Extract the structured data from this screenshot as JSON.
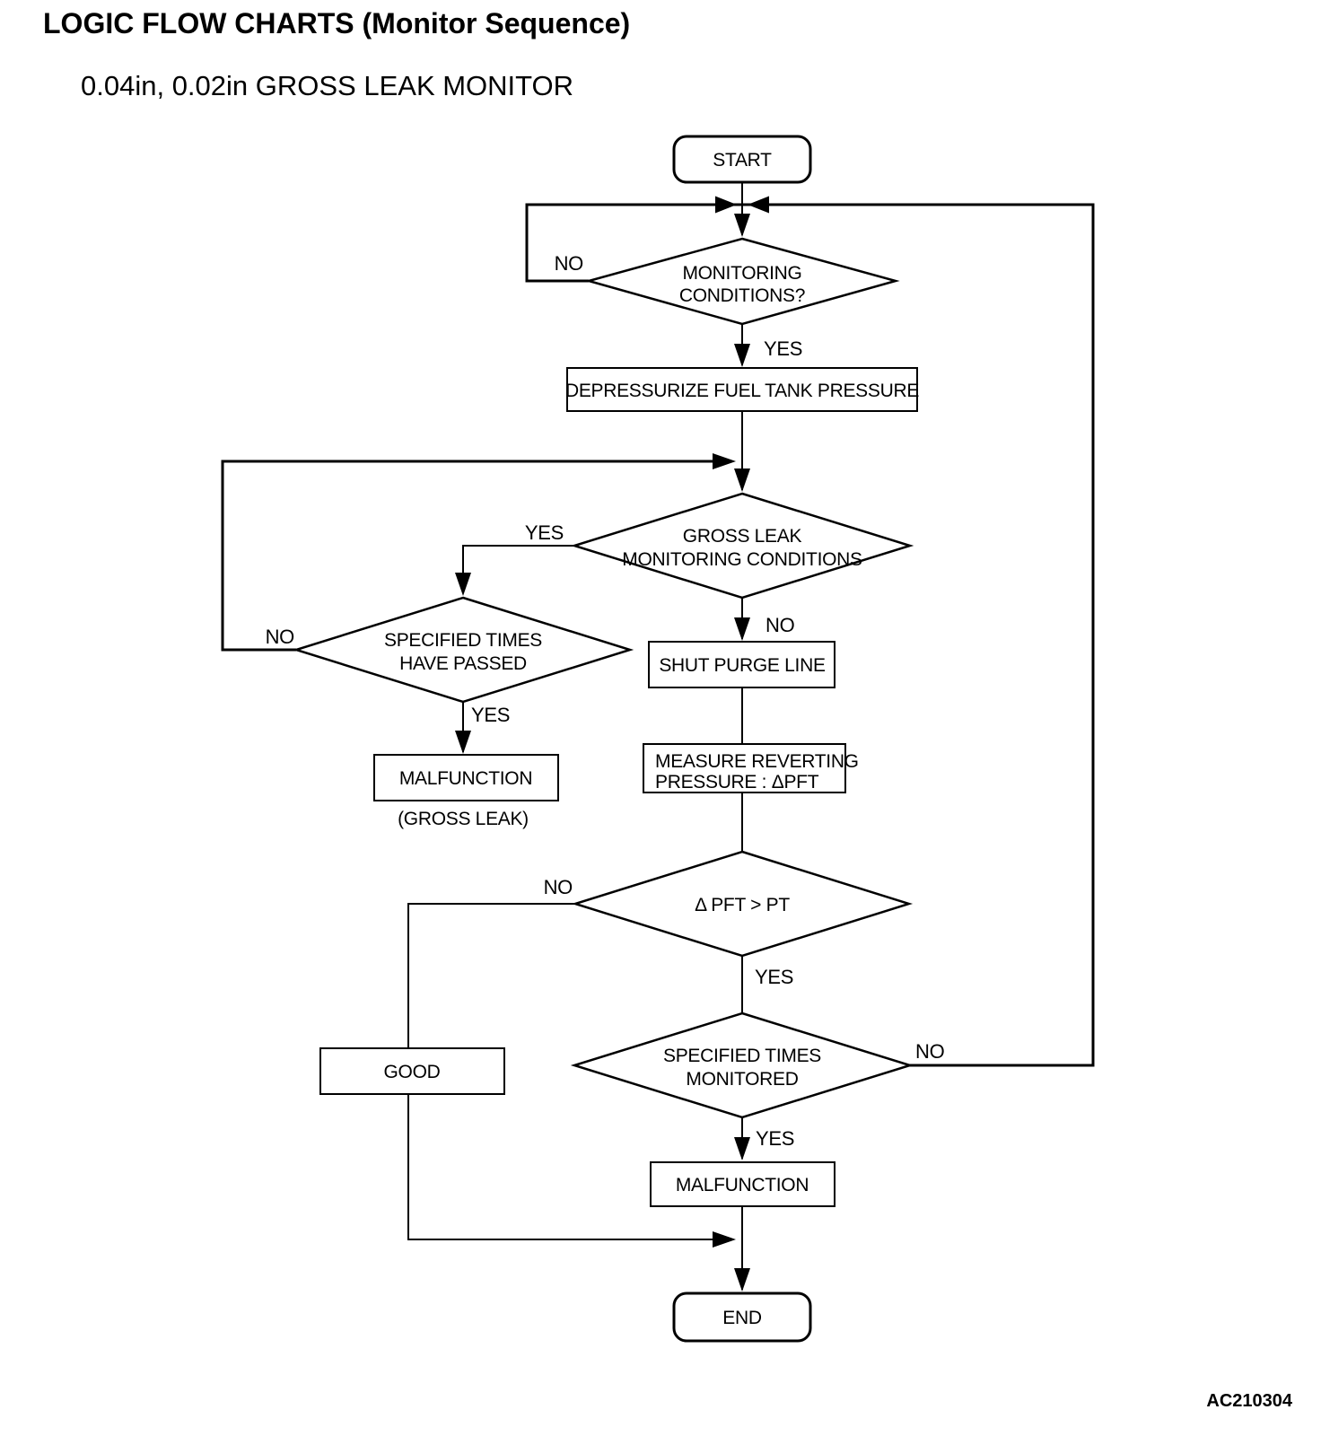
{
  "page": {
    "title": "LOGIC FLOW CHARTS (Monitor Sequence)",
    "subtitle": "0.04in, 0.02in GROSS LEAK MONITOR",
    "figure_code": "AC210304",
    "colors": {
      "line": "#000000",
      "background": "#ffffff",
      "text": "#000000"
    }
  },
  "flowchart": {
    "nodes": {
      "start": {
        "type": "terminator",
        "label": "START"
      },
      "monitoring_conditions": {
        "type": "decision",
        "line1": "MONITORING",
        "line2": "CONDITIONS?"
      },
      "depressurize": {
        "type": "process",
        "label": "DEPRESSURIZE FUEL TANK PRESSURE"
      },
      "gross_leak_conditions": {
        "type": "decision",
        "line1": "GROSS LEAK",
        "line2": "MONITORING CONDITIONS"
      },
      "specified_times_passed": {
        "type": "decision",
        "line1": "SPECIFIED TIMES",
        "line2": "HAVE PASSED"
      },
      "malfunction_gross_leak": {
        "type": "process",
        "label": "MALFUNCTION",
        "caption": "(GROSS LEAK)"
      },
      "shut_purge_line": {
        "type": "process",
        "label": "SHUT PURGE LINE"
      },
      "measure_reverting": {
        "type": "process",
        "line1": "MEASURE REVERTING",
        "line2": "PRESSURE : ΔPFT"
      },
      "delta_pft_gt_pt": {
        "type": "decision",
        "label": "Δ PFT > PT"
      },
      "good": {
        "type": "process",
        "label": "GOOD"
      },
      "specified_times_monitored": {
        "type": "decision",
        "line1": "SPECIFIED TIMES",
        "line2": "MONITORED"
      },
      "malfunction": {
        "type": "process",
        "label": "MALFUNCTION"
      },
      "end": {
        "type": "terminator",
        "label": "END"
      }
    },
    "branch_labels": {
      "monitoring_conditions_no": "NO",
      "monitoring_conditions_yes": "YES",
      "gross_leak_yes": "YES",
      "gross_leak_no": "NO",
      "times_passed_no": "NO",
      "times_passed_yes": "YES",
      "delta_pft_no": "NO",
      "delta_pft_yes": "YES",
      "times_monitored_no": "NO",
      "times_monitored_yes": "YES"
    }
  }
}
